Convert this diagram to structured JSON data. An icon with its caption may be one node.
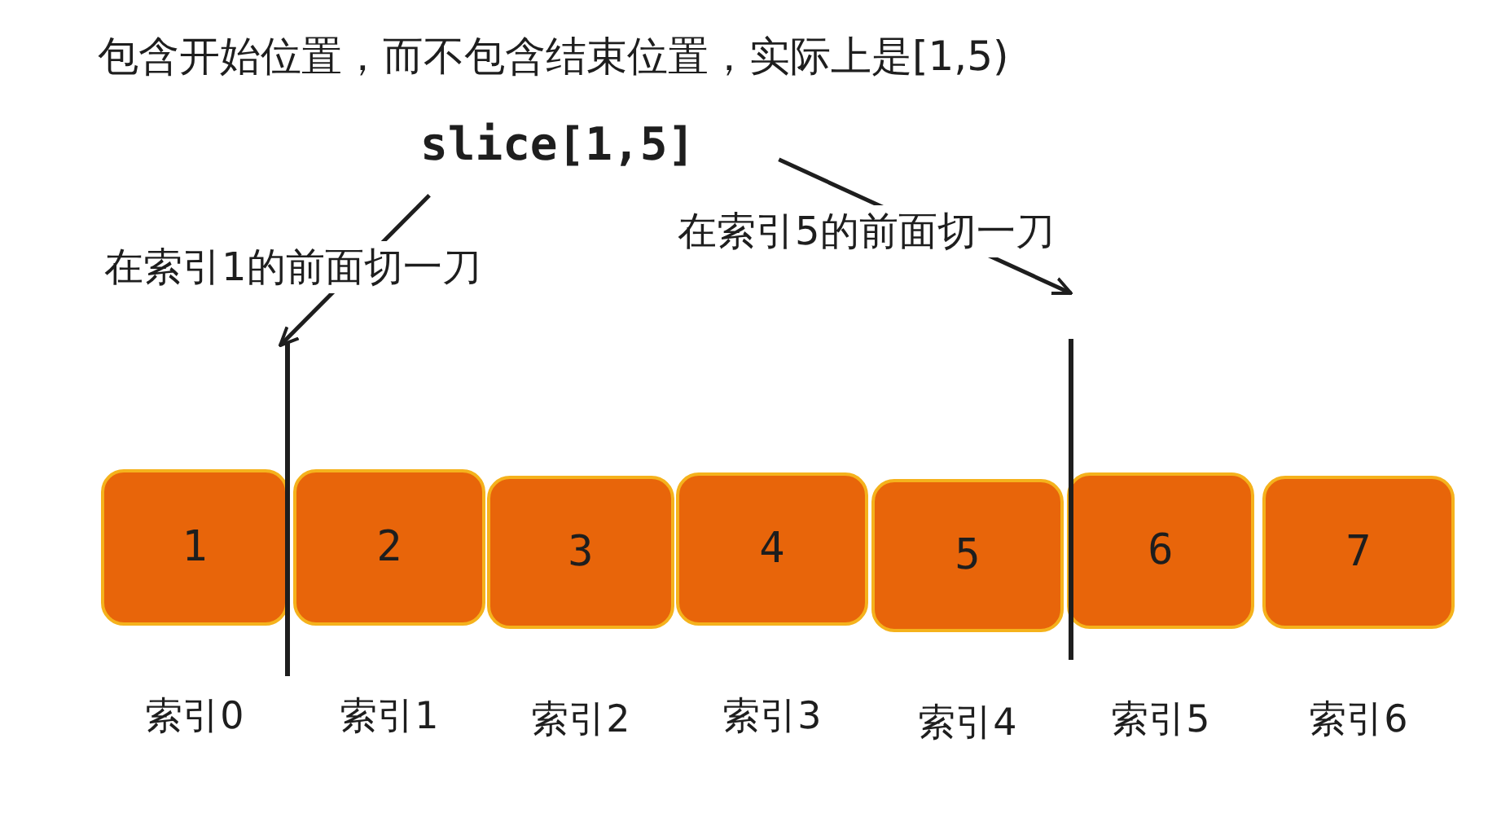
{
  "diagram": {
    "title": "包含开始位置，而不包含结束位置，实际上是[1,5)",
    "nodes": [
      {
        "text": [
          "slice[1,5]"
        ]
      },
      {
        "text": [
          "1"
        ],
        "beside": [
          "索引0"
        ]
      },
      {
        "text": [
          "2"
        ],
        "beside": [
          "索引1"
        ]
      },
      {
        "text": [
          "3"
        ],
        "beside": [
          "索引2"
        ]
      },
      {
        "text": [
          "4"
        ],
        "beside": [
          "索引3"
        ]
      },
      {
        "text": [
          "5"
        ],
        "beside": [
          "索引4"
        ]
      },
      {
        "text": [
          "6"
        ],
        "beside": [
          "索引5"
        ]
      },
      {
        "text": [
          "7"
        ],
        "beside": [
          "索引6"
        ]
      },
      {
        "text": [],
        "shape": "bar"
      },
      {
        "text": [],
        "shape": "bar"
      }
    ],
    "edges": [
      {
        "from": 0,
        "to": 8,
        "arrow": "to",
        "label": "在索引1的前面切一刀"
      },
      {
        "from": 0,
        "to": 9,
        "arrow": "to",
        "label": "在索引5的前面切一刀"
      }
    ]
  }
}
